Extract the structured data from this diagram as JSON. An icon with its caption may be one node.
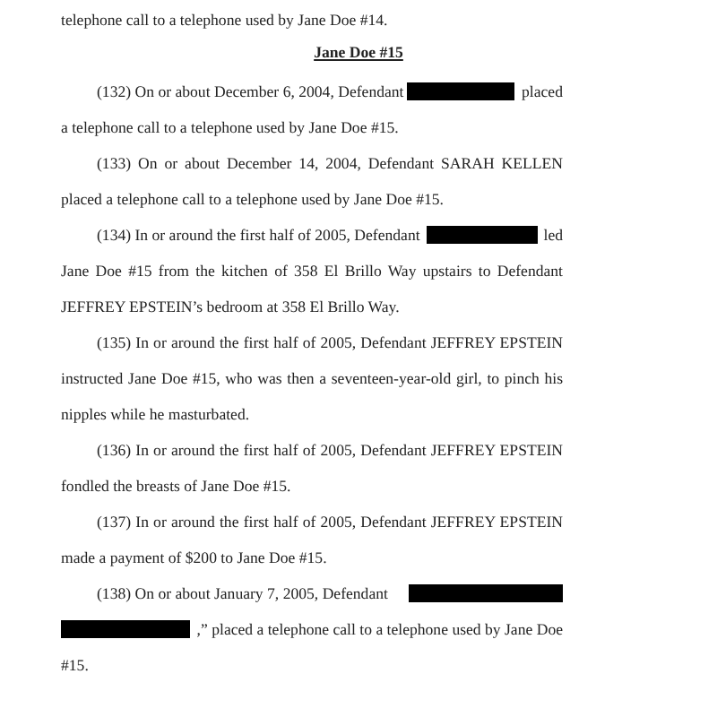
{
  "diagram": {
    "title": "Jane Doe #15",
    "labels": [
      "telephone call to a telephone used by Jane Doe #14.",
      "(132) On or about December 6, 2004, Defendant",
      "placed",
      "a telephone call to a telephone used by Jane Doe #15.",
      "(133) On or about December 14, 2004, Defendant SARAH KELLEN placed a telephone call to a telephone used by Jane Doe #15.",
      "(134) In or around the first half of 2005, Defendant",
      "led",
      "Jane Doe #15 from the kitchen of 358 El Brillo Way upstairs to Defendant JEFFREY EPSTEIN’s bedroom at 358 El Brillo Way.",
      "(135) In or around the first half of 2005, Defendant JEFFREY EPSTEIN instructed Jane Doe #15, who was then a seventeen-year-old girl, to pinch his nipples while he masturbated.",
      "(136) In or around the first half of 2005, Defendant JEFFREY EPSTEIN fondled the breasts of Jane Doe #15.",
      "(137) In or around the first half of 2005, Defendant JEFFREY EPSTEIN made a payment of $200 to Jane Doe #15.",
      "(138) On or about January 7, 2005, Defendant",
      ",” placed a telephone call to a telephone used by Jane Doe",
      "#15."
    ]
  }
}
